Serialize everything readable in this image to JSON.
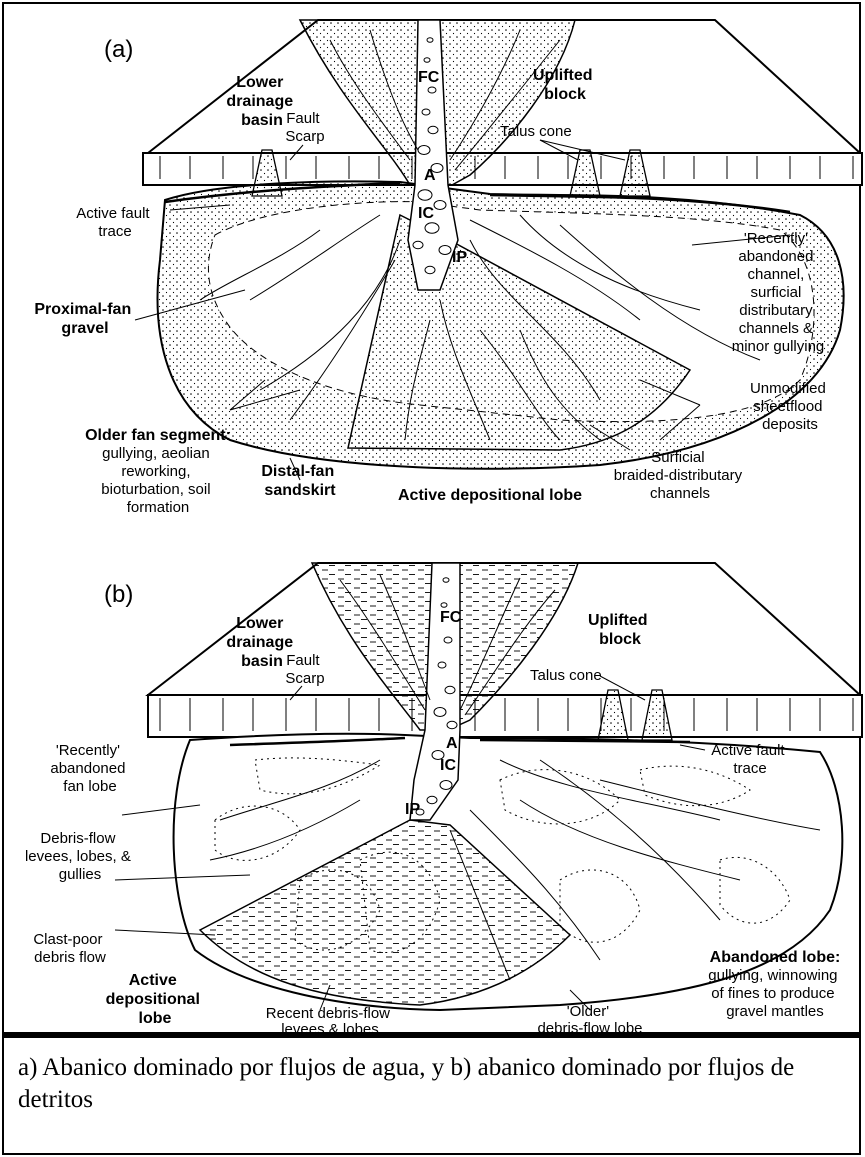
{
  "caption": "a) Abanico dominado por flujos de agua, y b) abanico dominado por flujos de detritos",
  "panel_a": {
    "panel_label": "(a)",
    "lower_drainage_basin": [
      "Lower",
      "drainage",
      "basin"
    ],
    "fc": "FC",
    "uplifted_block": [
      "Uplifted",
      "block"
    ],
    "fault_scarp": [
      "Fault",
      "Scarp"
    ],
    "talus_cone": "Talus cone",
    "a": "A",
    "ic": "IC",
    "ip": "IP",
    "active_fault_trace": [
      "Active fault",
      "trace"
    ],
    "recently_abandoned": [
      "'Recently'",
      "abandoned",
      "channel,",
      "surficial",
      "distributary",
      "channels &",
      "minor gullying"
    ],
    "proximal_fan_gravel": [
      "Proximal-fan",
      "gravel"
    ],
    "unmodified_sheetflood": [
      "Unmodified",
      "sheetflood",
      "deposits"
    ],
    "older_fan_segment_title": "Older fan segment:",
    "older_fan_segment_body": [
      "gullying, aeolian",
      "reworking,",
      "bioturbation, soil",
      "formation"
    ],
    "distal_fan_sandskirt": [
      "Distal-fan",
      "sandskirt"
    ],
    "surficial_braided": [
      "Surficial",
      "braided-distributary",
      "channels"
    ],
    "active_depositional_lobe": "Active depositional lobe"
  },
  "panel_b": {
    "panel_label": "(b)",
    "lower_drainage_basin": [
      "Lower",
      "drainage",
      "basin"
    ],
    "fc": "FC",
    "uplifted_block": [
      "Uplifted",
      "block"
    ],
    "fault_scarp": [
      "Fault",
      "Scarp"
    ],
    "talus_cone": "Talus cone",
    "a": "A",
    "ic": "IC",
    "ip": "IP",
    "active_fault_trace": [
      "Active fault",
      "trace"
    ],
    "recently_abandoned_fan_lobe": [
      "'Recently'",
      "abandoned",
      "fan lobe"
    ],
    "debris_flow_levees": [
      "Debris-flow",
      "levees, lobes, &",
      "gullies"
    ],
    "abandoned_lobe_title": "Abandoned lobe:",
    "abandoned_lobe_body": [
      "gullying, winnowing",
      "of fines to produce",
      "gravel mantles"
    ],
    "clast_poor": [
      "Clast-poor",
      "debris flow"
    ],
    "active_depositional_lobe": [
      "Active",
      "depositional",
      "lobe"
    ],
    "recent_debris_flow": [
      "Recent debris-flow",
      "levees & lobes"
    ],
    "older_debris_flow_lobe": [
      "'Older'",
      "debris-flow lobe"
    ]
  }
}
